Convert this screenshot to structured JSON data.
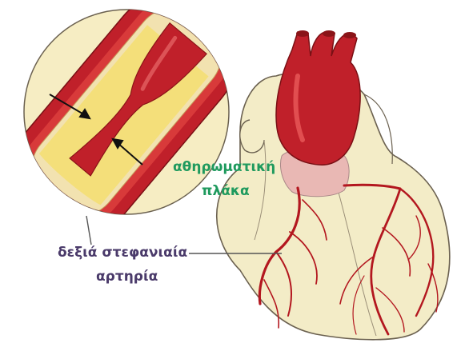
{
  "labels": {
    "plaque_line1": "αθηρωματική",
    "plaque_line2": "πλάκα",
    "artery_line1": "δεξιά στεφανιαία",
    "artery_line2": "αρτηρία"
  },
  "colors": {
    "plaque_label": "#1f9a5e",
    "artery_label": "#4a3a6a",
    "heart_fill": "#f3ecc7",
    "heart_outline": "#6b6150",
    "vessel_red": "#c0202a",
    "vessel_dark": "#8a1418",
    "aorta_highlight": "#e85a5a",
    "pulmonary_pink": "#e9b8b4",
    "plaque_yellow": "#f4df7a",
    "inset_bg": "#f6edc3",
    "leader_line": "#555555"
  }
}
